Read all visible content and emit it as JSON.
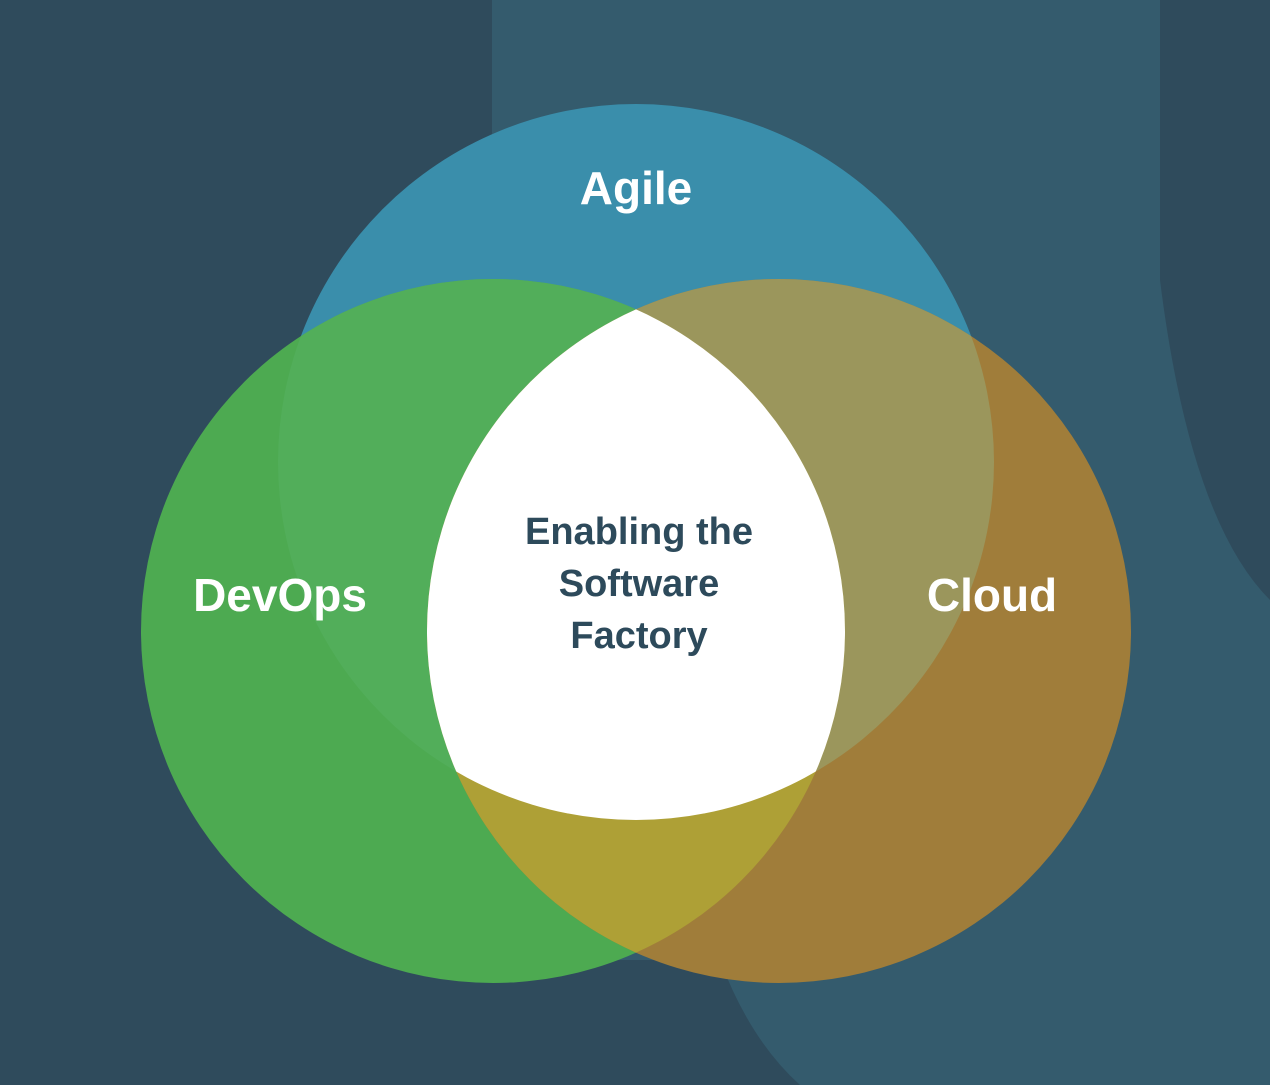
{
  "colors": {
    "background": "#2f4b5c",
    "background_band": "#345b6d",
    "agile": "#3a8eab",
    "devops": "#4daa51",
    "cloud": "#a07d3a",
    "agile_devops_overlap": "#52ae5a",
    "agile_cloud_overlap": "#9b965c",
    "devops_cloud_overlap": "#aea036",
    "center": "#ffffff",
    "circle_label_text": "#ffffff",
    "center_label_text": "#2d4a5b"
  },
  "venn": {
    "circles": {
      "agile": {
        "label": "Agile"
      },
      "devops": {
        "label": "DevOps"
      },
      "cloud": {
        "label": "Cloud"
      }
    },
    "center": {
      "lines": [
        "Enabling the",
        "Software",
        "Factory"
      ]
    }
  }
}
